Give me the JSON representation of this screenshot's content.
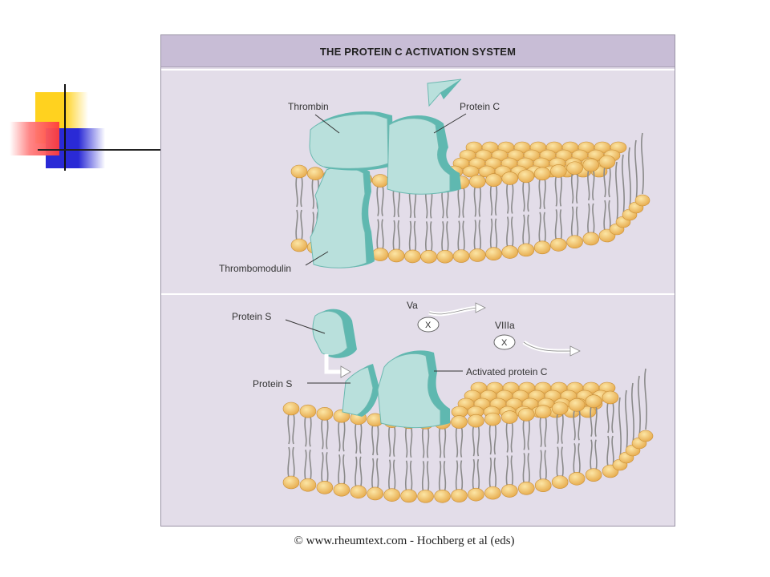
{
  "diagram": {
    "title": "THE PROTEIN C ACTIVATION SYSTEM",
    "labels": {
      "thrombin": "Thrombin",
      "protein_c": "Protein C",
      "thrombomodulin": "Thrombomodulin",
      "protein_s_free": "Protein S",
      "protein_s_bound": "Protein S",
      "va": "Va",
      "viiia": "VIIIa",
      "activated_protein_c": "Activated protein C",
      "inhibit_symbol_1": "X",
      "inhibit_symbol_2": "X"
    }
  },
  "credit": "© www.rheumtext.com - Hochberg et al (eds)",
  "colors": {
    "panel_bg": "#e3dde9",
    "title_bg": "#c8bdd6",
    "protein_fill": "#b9e0dc",
    "protein_edge": "#5fb8b0",
    "lipid_head": "#f3c46c",
    "lipid_tail": "#8f8f8f",
    "deco_yellow": "#ffd21f",
    "deco_red": "#ff3b3b",
    "deco_blue": "#2a2ad6"
  }
}
